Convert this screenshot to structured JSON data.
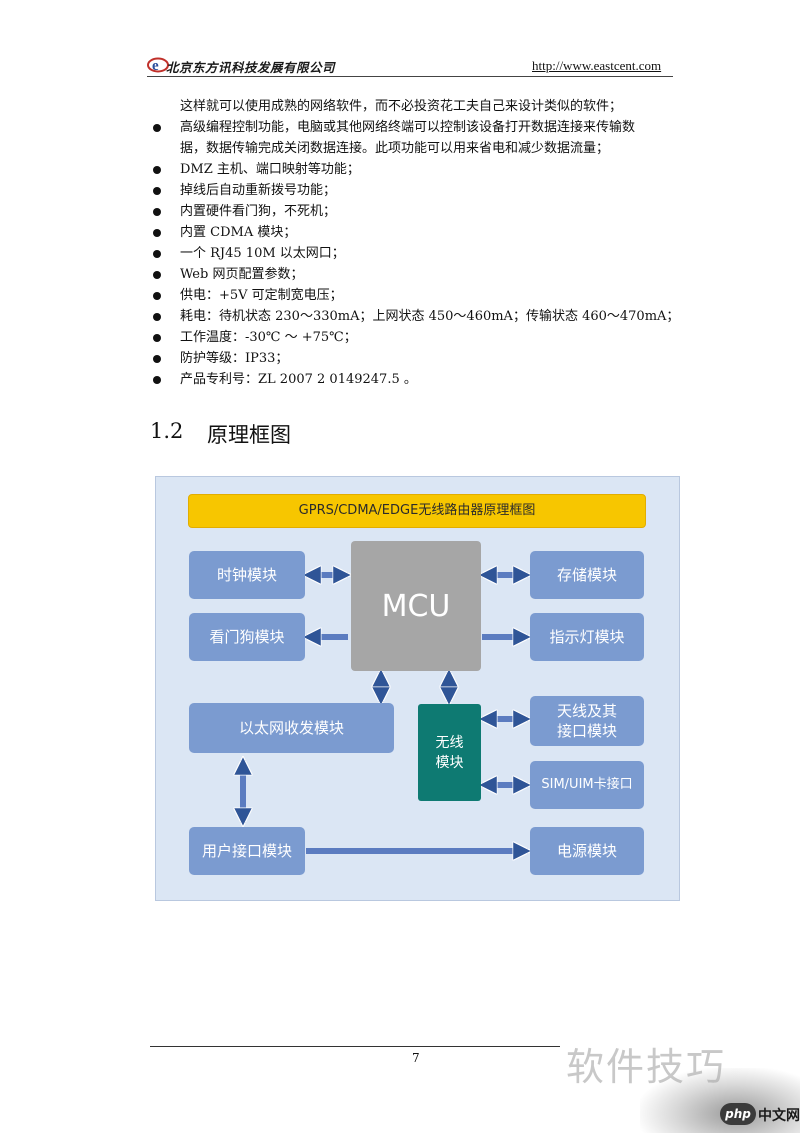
{
  "header": {
    "company": "北京东方讯科技发展有限公司",
    "url": "http://www.eastcent.com"
  },
  "intro_line": "这样就可以使用成熟的网络软件，而不必投资花工夫自己来设计类似的软件；",
  "bullets": [
    {
      "lines": [
        "高级编程控制功能，电脑或其他网络终端可以控制该设备打开数据连接来传输数",
        "据，数据传输完成关闭数据连接。此项功能可以用来省电和减少数据流量；"
      ]
    },
    {
      "lines": [
        "DMZ 主机、端口映射等功能；"
      ]
    },
    {
      "lines": [
        "掉线后自动重新拨号功能；"
      ]
    },
    {
      "lines": [
        "内置硬件看门狗，不死机；"
      ]
    },
    {
      "lines": [
        "内置 CDMA 模块；"
      ]
    },
    {
      "lines": [
        "一个 RJ45 10M 以太网口；"
      ]
    },
    {
      "lines": [
        "Web 网页配置参数；"
      ]
    },
    {
      "lines": [
        "供电：+5V   可定制宽电压；"
      ]
    },
    {
      "lines": [
        "耗电：待机状态 230～330mA；上网状态 450～460mA；传输状态 460～470mA；"
      ]
    },
    {
      "lines": [
        "工作温度：-30℃ ～ +75℃；"
      ]
    },
    {
      "lines": [
        "防护等级：IP33；"
      ]
    },
    {
      "lines": [
        "产品专利号：ZL 2007 2 0149247.5 。"
      ]
    }
  ],
  "section": {
    "number": "1.2",
    "title": "原理框图"
  },
  "diagram": {
    "title": "GPRS/CDMA/EDGE无线路由器原理框图",
    "mcu": "MCU",
    "clock": "时钟模块",
    "watchdog": "看门狗模块",
    "ethernet": "以太网收发模块",
    "user_interface": "用户接口模块",
    "storage": "存储模块",
    "indicator": "指示灯模块",
    "antenna_line1": "天线及其",
    "antenna_line2": "接口模块",
    "sim": "SIM/UIM卡接口",
    "power": "电源模块",
    "wireless_line1": "无线",
    "wireless_line2": "模块",
    "colors": {
      "background": "#dbe6f4",
      "title_bar": "#f7c600",
      "module": "#7b9bd0",
      "mcu": "#a6a6a6",
      "wireless": "#0e7a72",
      "arrow": "#2f5597"
    }
  },
  "footer": {
    "page": "7"
  },
  "watermark": {
    "text": "软件技巧",
    "badge": "php",
    "site": "中文网"
  }
}
